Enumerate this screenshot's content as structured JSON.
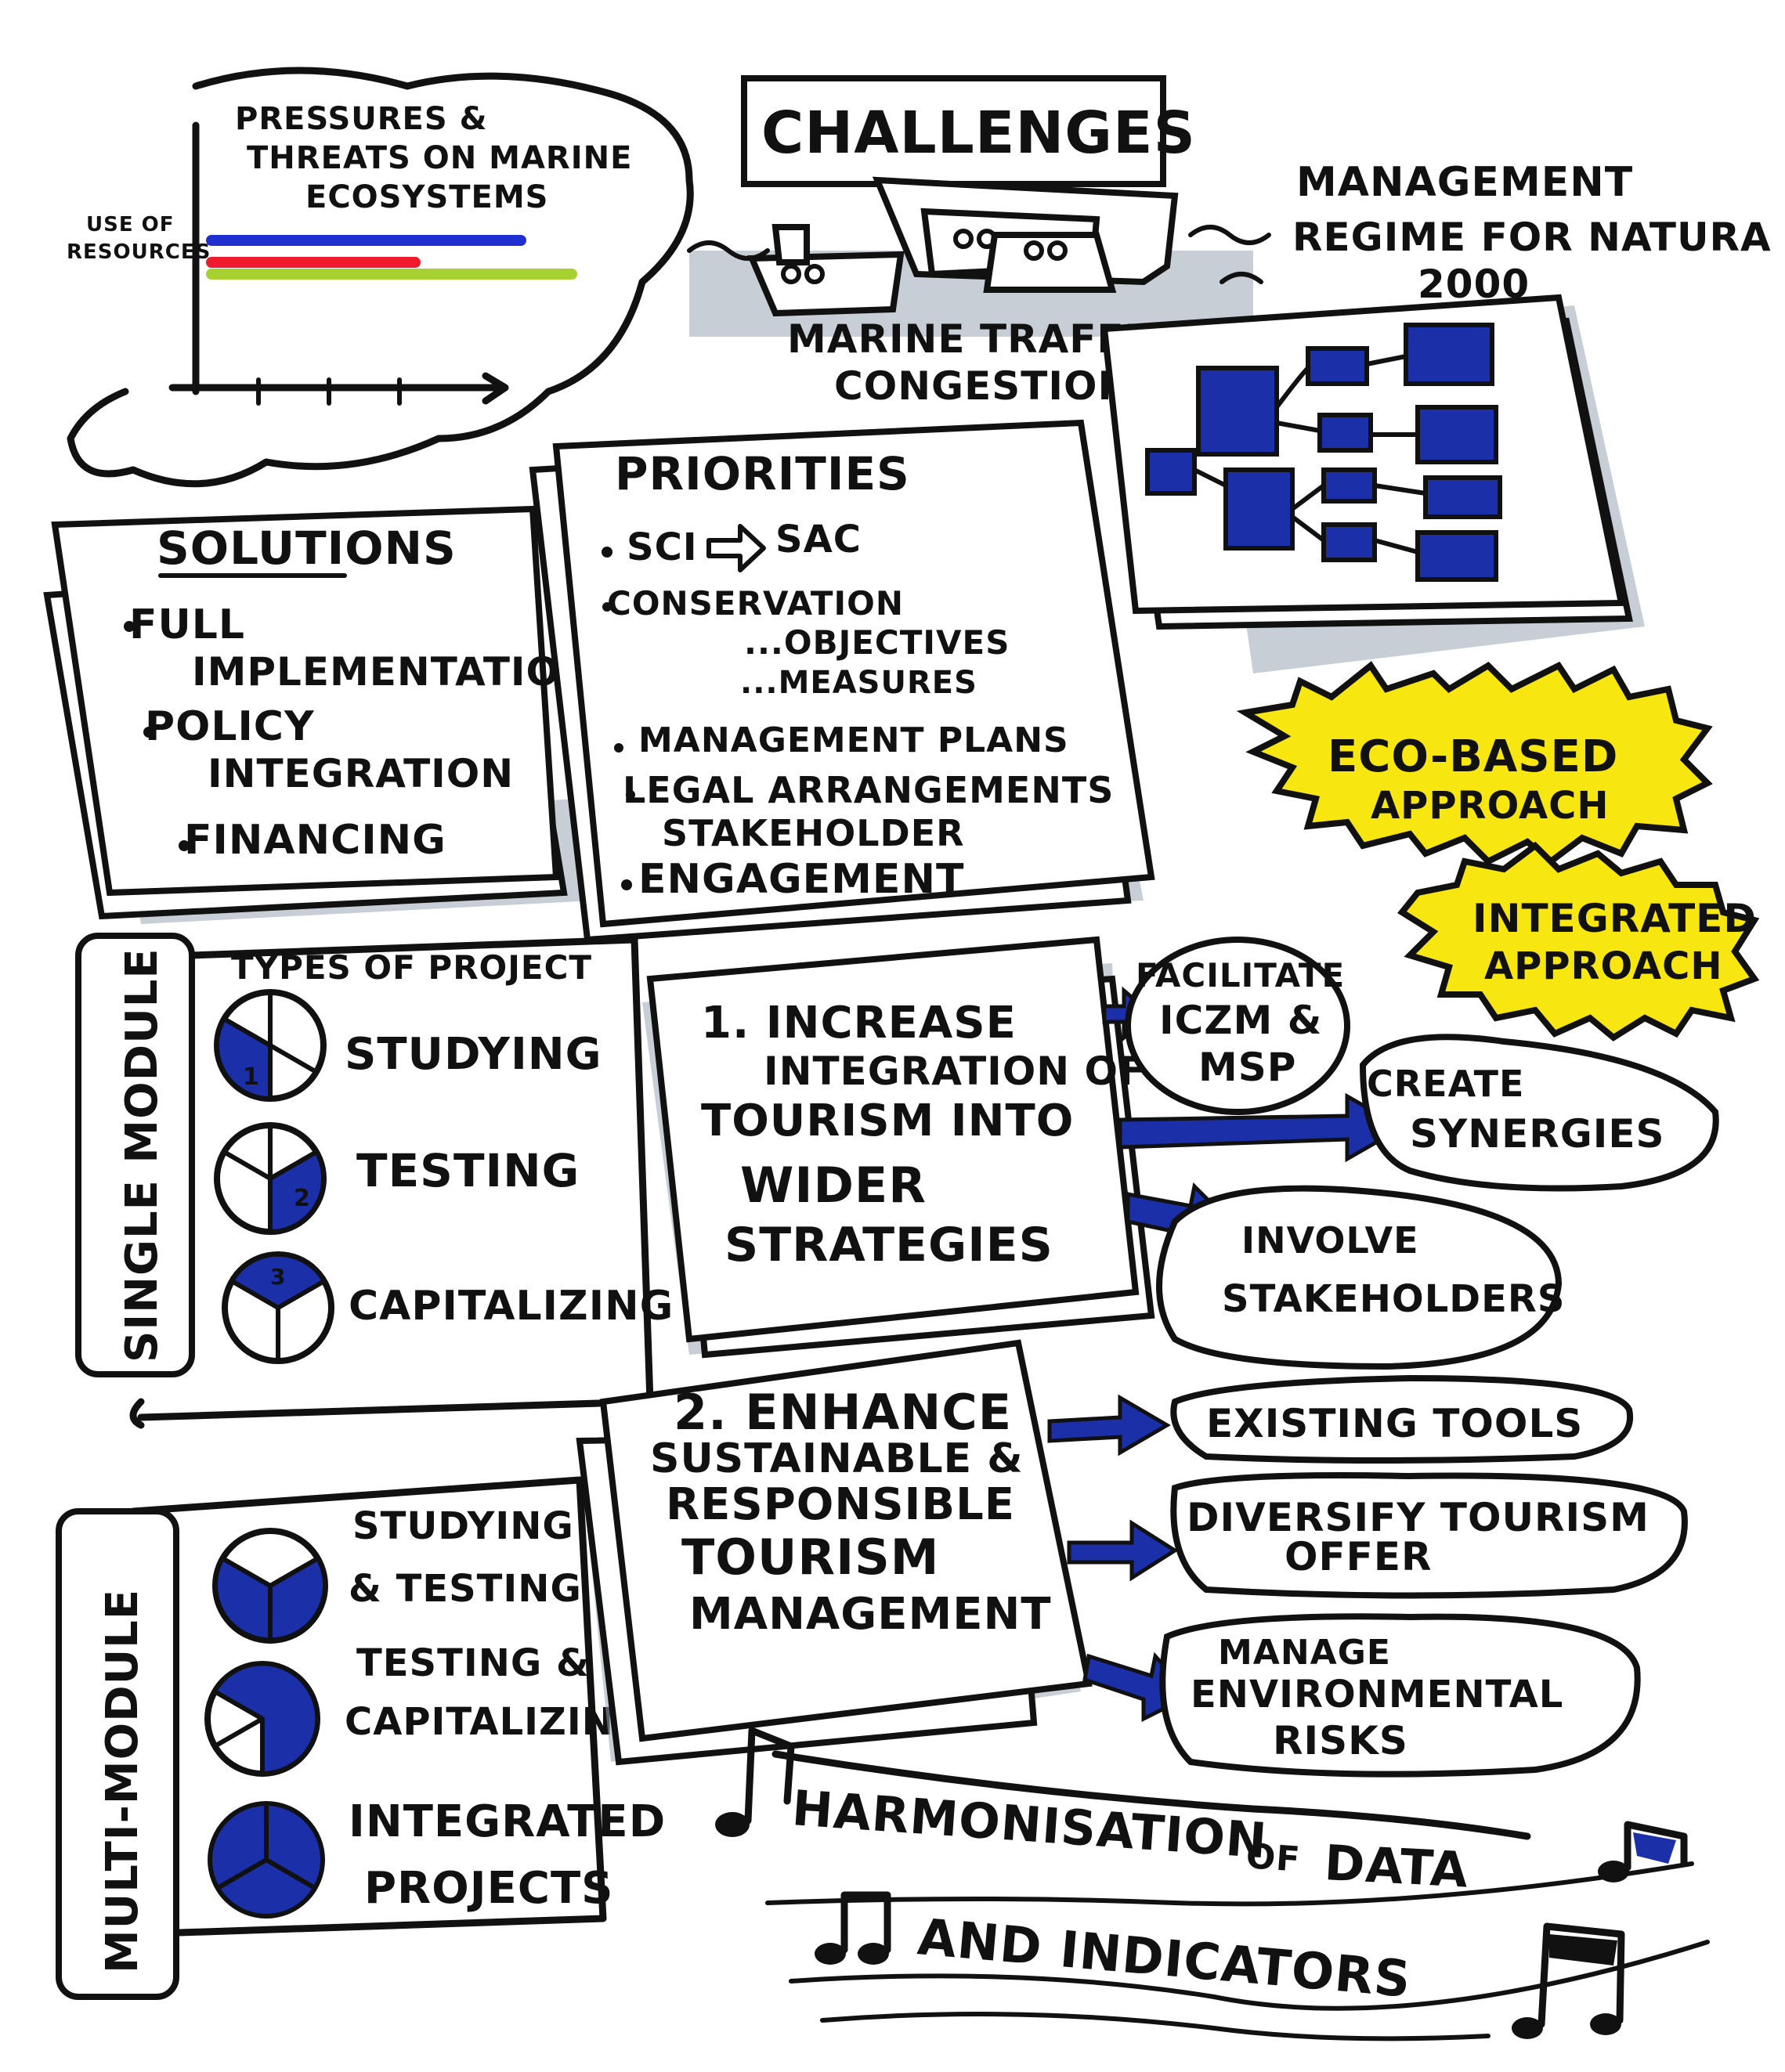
{
  "pressures": {
    "title_line1": "PRESSURES &",
    "title_line2": "THREATS ON MARINE",
    "title_line3": "ECOSYSTEMS",
    "axis_label_line1": "USE OF",
    "axis_label_line2": "RESOURCES",
    "line_colors": [
      "#1f2fd0",
      "#ef1b2d",
      "#a6d12f"
    ]
  },
  "challenges": {
    "title": "CHALLENGES",
    "traffic_line1": "MARINE TRAFFIC",
    "traffic_line2": "CONGESTION"
  },
  "management": {
    "line1": "MANAGEMENT",
    "line2": "REGIME FOR NATURA",
    "line3": "2000"
  },
  "solutions": {
    "title": "SOLUTIONS",
    "items": [
      "FULL",
      "IMPLEMENTATION",
      "POLICY",
      "INTEGRATION",
      "FINANCING"
    ]
  },
  "priorities": {
    "title": "PRIORITIES",
    "items": [
      "SCI",
      "SAC",
      "CONSERVATION",
      "...OBJECTIVES",
      "...MEASURES",
      "MANAGEMENT PLANS",
      "LEGAL ARRANGEMENTS",
      "STAKEHOLDER",
      "ENGAGEMENT"
    ]
  },
  "approaches": {
    "eco_line1": "ECO-BASED",
    "eco_line2": "APPROACH",
    "integrated_line1": "INTEGRATED",
    "integrated_line2": "APPROACH"
  },
  "single_module": {
    "label": "SINGLE MODULE",
    "heading": "TYPES OF PROJECT",
    "types": [
      "STUDYING",
      "TESTING",
      "CAPITALIZING"
    ],
    "numbers": [
      "1",
      "2",
      "3"
    ]
  },
  "multi_module": {
    "label": "MULTI-MODULE",
    "types": [
      {
        "line1": "STUDYING",
        "line2": "& TESTING"
      },
      {
        "line1": "TESTING &",
        "line2": "CAPITALIZING"
      },
      {
        "line1": "INTEGRATED",
        "line2": "PROJECTS"
      }
    ]
  },
  "objective1": {
    "line1": "1. INCREASE",
    "line2": "INTEGRATION OF",
    "line3": "TOURISM INTO",
    "line4": "WIDER",
    "line5": "STRATEGIES",
    "outcomes": [
      {
        "line1": "FACILITATE",
        "line2": "ICZM &",
        "line3": "MSP"
      },
      {
        "line1": "CREATE",
        "line2": "SYNERGIES"
      },
      {
        "line1": "INVOLVE",
        "line2": "STAKEHOLDERS"
      }
    ]
  },
  "objective2": {
    "line1": "2. ENHANCE",
    "line2": "SUSTAINABLE &",
    "line3": "RESPONSIBLE",
    "line4": "TOURISM",
    "line5": "MANAGEMENT",
    "outcomes": [
      {
        "line1": "EXISTING TOOLS"
      },
      {
        "line1": "DIVERSIFY TOURISM",
        "line2": "OFFER"
      },
      {
        "line1": "MANAGE",
        "line2": "ENVIRONMENTAL",
        "line3": "RISKS"
      }
    ]
  },
  "harmonisation": {
    "line1": "HARMONISATION",
    "line1b": "OF",
    "line1c": "DATA",
    "line2": "AND INDICATORS"
  },
  "colors": {
    "marker_blue": "#1b2fa8",
    "highlight_yellow": "#f7e60f",
    "shadow_grey": "#9aa6b4"
  }
}
